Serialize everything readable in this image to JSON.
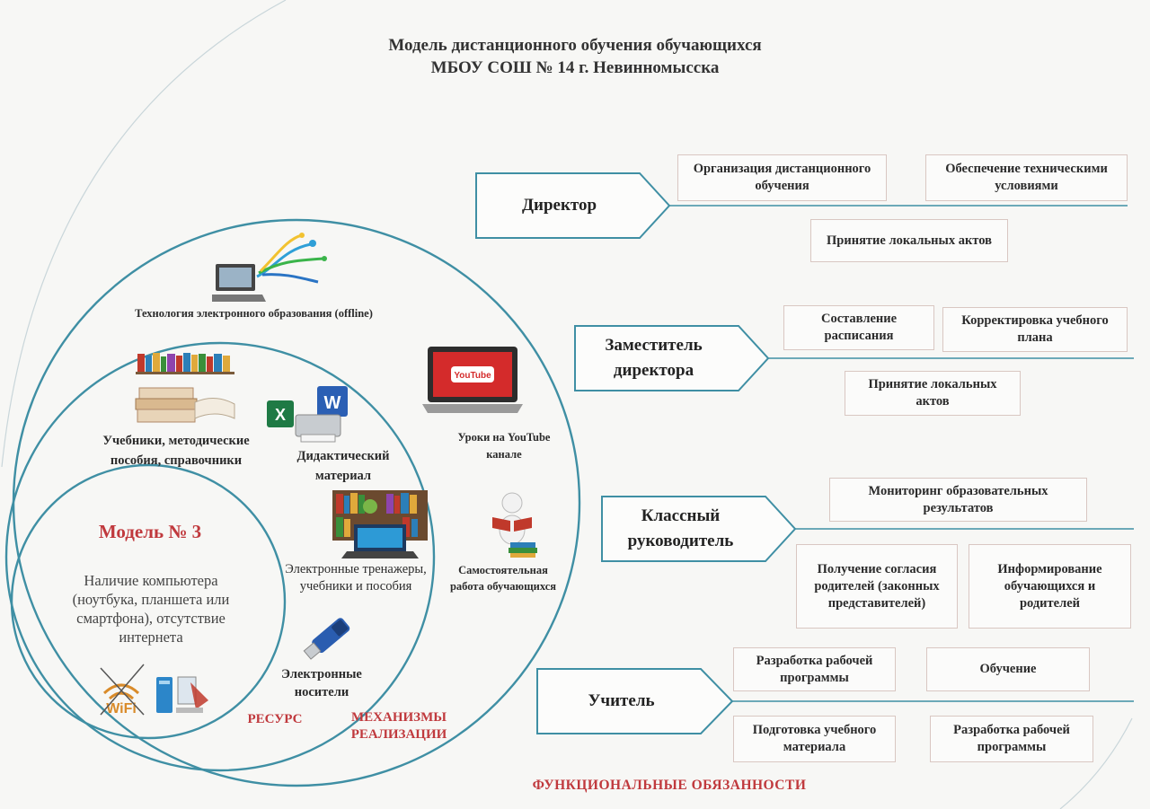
{
  "title": {
    "line1": "Модель дистанционного обучения обучающихся",
    "line2": "МБОУ СОШ № 14 г. Невинномысска"
  },
  "circles": {
    "outer_tech": "Технология электронного образования (offline)",
    "textbooks": "Учебники, методические пособия, справочники",
    "didactic": "Дидактический материал",
    "youtube": "Уроки на YouTube канале",
    "trainers": "Электронные тренажеры, учебники и пособия",
    "self_work": "Самостоятельная работа обучающихся",
    "media": "Электронные носители",
    "model_title": "Модель № 3",
    "model_desc": "Наличие компьютера (ноутбука, планшета или смартфона), отсутствие интернета",
    "resource": "РЕСУРС",
    "mechanisms": "МЕХАНИЗМЫ РЕАЛИЗАЦИИ",
    "youtube_logo": "YouTube",
    "wifi_logo": "WiFi"
  },
  "roles": [
    {
      "name": "Директор",
      "duties": [
        "Организация дистанционного обучения",
        "Обеспечение техническими условиями",
        "Принятие локальных актов"
      ]
    },
    {
      "name": "Заместитель директора",
      "duties": [
        "Составление расписания",
        "Корректировка учебного плана",
        "Принятие локальных актов"
      ]
    },
    {
      "name": "Классный руководитель",
      "duties": [
        "Мониторинг образовательных результатов",
        "Получение согласия родителей (законных представителей)",
        "Информирование обучающихся и родителей"
      ]
    },
    {
      "name": "Учитель",
      "duties": [
        "Разработка рабочей программы",
        "Обучение",
        "Подготовка учебного материала",
        "Разработка рабочей программы"
      ]
    }
  ],
  "footer": "ФУНКЦИОНАЛЬНЫЕ ОБЯЗАННОСТИ",
  "colors": {
    "circle_stroke": "#3f8fa4",
    "arrow_stroke": "#3f8fa4",
    "accent_red": "#c0393d",
    "box_border": "#d9c7c2"
  },
  "icons": [
    "laptop-icon",
    "books-icon",
    "word-excel-printer-icon",
    "youtube-laptop-icon",
    "library-laptop-icon",
    "reading-figure-icon",
    "usb-drive-icon",
    "wifi-crossed-icon",
    "computer-icon"
  ]
}
